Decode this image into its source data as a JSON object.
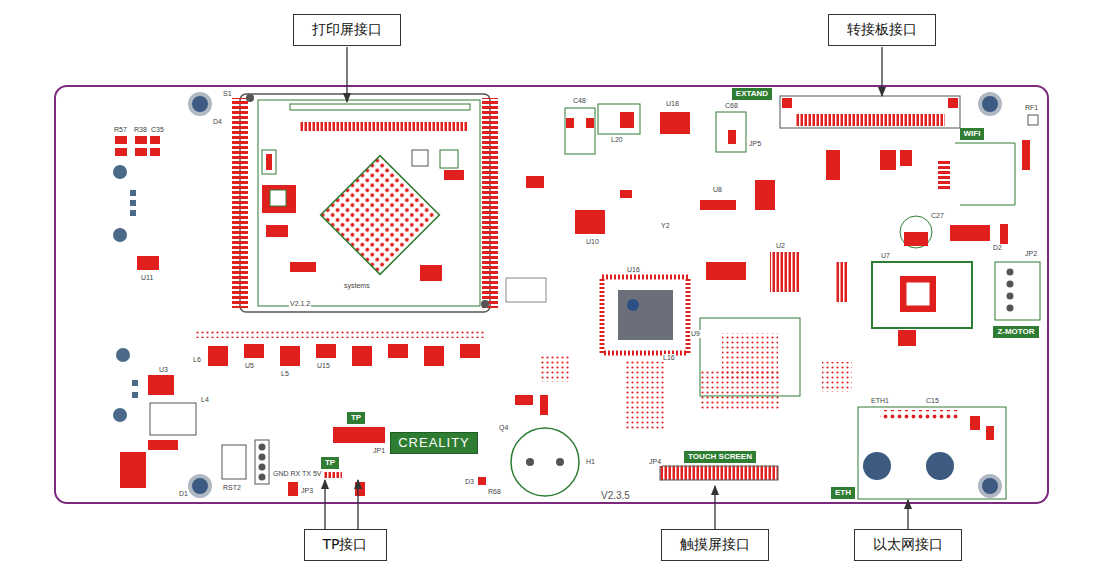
{
  "diagram": {
    "nodes": [
      {
        "text": [
          "打印屏接口"
        ]
      },
      {
        "text": [
          "转接板接口"
        ]
      },
      {
        "text": [
          "EXTAND"
        ]
      },
      {
        "text": [
          "WIFI"
        ]
      },
      {
        "text": [
          "Z-MOTOR"
        ]
      },
      {
        "text": [
          "TP"
        ]
      },
      {
        "text": [
          "CREALITY"
        ]
      },
      {
        "text": [
          "TP"
        ]
      },
      {
        "text": [
          "TOUCH SCREEN"
        ]
      },
      {
        "text": [
          "ETH"
        ]
      },
      {
        "text": [
          "TP接口"
        ]
      },
      {
        "text": [
          "触摸屏接口"
        ]
      },
      {
        "text": [
          "以太网接口"
        ]
      }
    ],
    "labels": [
      "D4",
      "S1",
      "R57",
      "R38",
      "C35",
      "U11",
      "U3",
      "L4",
      "D1",
      "RST2",
      "GND RX TX 5V",
      "JP1",
      "JP3",
      "V2.1.2",
      "systems",
      "C48",
      "L20",
      "U18",
      "C68",
      "JP5",
      "U10",
      "Y2",
      "U8",
      "U2",
      "U16",
      "U9",
      "L16",
      "U7",
      "C27",
      "D2",
      "JP2",
      "RF1",
      "L6",
      "U5",
      "L5",
      "U15",
      "H1",
      "D3",
      "Q4",
      "R68",
      "ETH1",
      "C15",
      "V2.3.5",
      "JP4"
    ]
  }
}
